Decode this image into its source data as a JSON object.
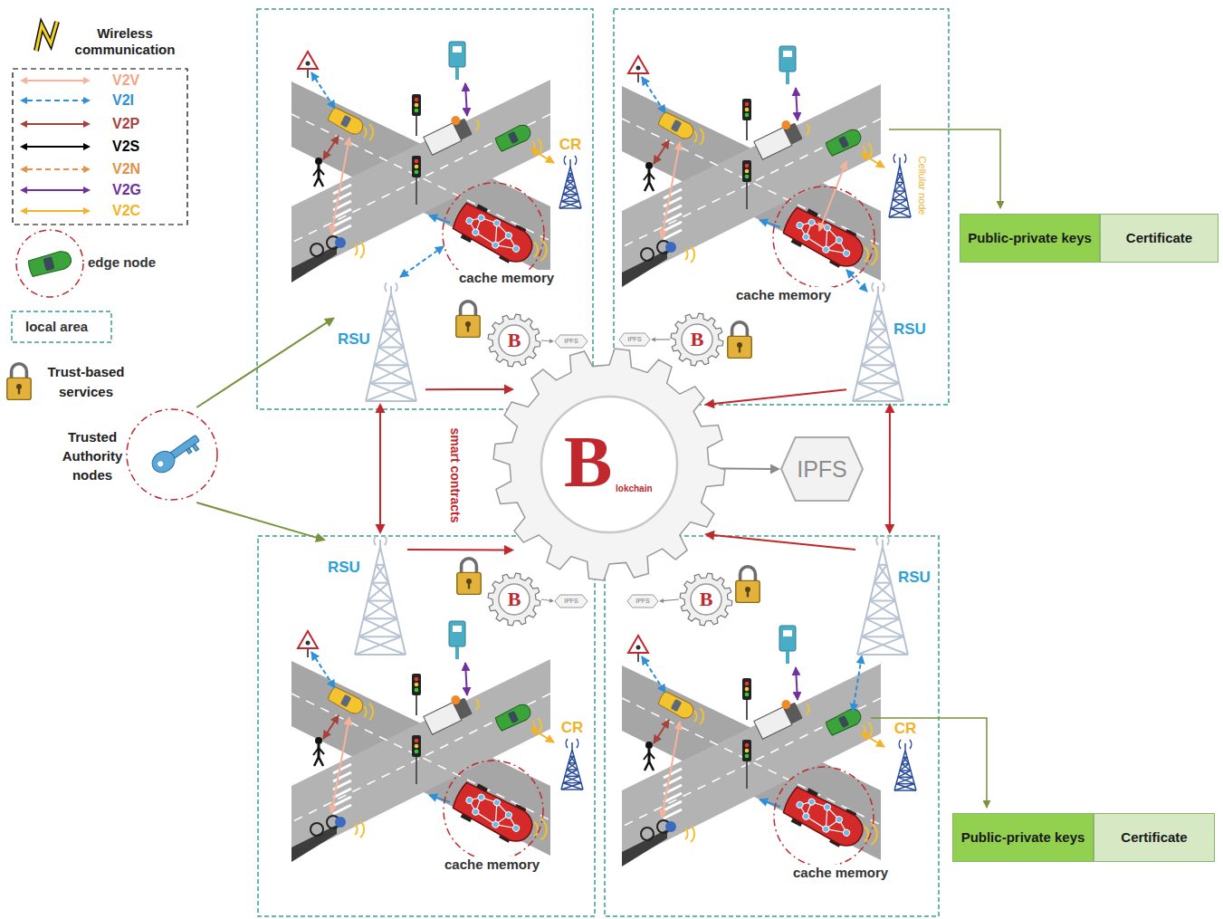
{
  "diagram": {
    "nodes": [
      {
        "text": [
          "Trusted Authority nodes"
        ]
      },
      {
        "text": [
          "RSU"
        ]
      },
      {
        "text": [
          "CR"
        ]
      },
      {
        "text": [
          "cache memory"
        ]
      },
      {
        "text": [
          "Cellular node"
        ]
      },
      {
        "text": [
          "cache memory"
        ]
      },
      {
        "text": [
          "RSU"
        ]
      },
      {
        "text": [
          "Public-private keys"
        ]
      },
      {
        "text": [
          "Certificate"
        ]
      },
      {
        "text": [
          "B"
        ]
      },
      {
        "text": [
          "IPFS"
        ]
      },
      {
        "text": [
          "IPFS"
        ]
      },
      {
        "text": [
          "B"
        ]
      },
      {
        "text": [
          "B",
          "lokchain"
        ]
      },
      {
        "text": [
          "IPFS"
        ]
      },
      {
        "text": [
          "RSU"
        ]
      },
      {
        "text": [
          "B"
        ]
      },
      {
        "text": [
          "IPFS"
        ]
      },
      {
        "text": [
          "IPFS"
        ]
      },
      {
        "text": [
          "B"
        ]
      },
      {
        "text": [
          "RSU"
        ]
      },
      {
        "text": [
          "CR"
        ]
      },
      {
        "text": [
          "cache memory"
        ]
      },
      {
        "text": [
          "CR"
        ]
      },
      {
        "text": [
          "cache memory"
        ]
      },
      {
        "text": [
          "Public-private keys"
        ]
      },
      {
        "text": [
          "Certificate"
        ]
      }
    ],
    "edges": [
      {
        "from": 0,
        "to": 1,
        "arrow": "to"
      },
      {
        "from": 0,
        "to": 15,
        "arrow": "to"
      },
      {
        "from": 1,
        "to": 13,
        "arrow": "to"
      },
      {
        "from": 6,
        "to": 13,
        "arrow": "to"
      },
      {
        "from": 15,
        "to": 13,
        "arrow": "to"
      },
      {
        "from": 20,
        "to": 13,
        "arrow": "to"
      },
      {
        "from": 1,
        "to": 15,
        "arrow": "both"
      },
      {
        "from": 6,
        "to": 20,
        "arrow": "both"
      },
      {
        "from": 13,
        "to": 14,
        "arrow": "to"
      },
      {
        "from": 9,
        "to": 10,
        "arrow": "to"
      },
      {
        "from": 12,
        "to": 11,
        "arrow": "to"
      },
      {
        "from": 16,
        "to": 17,
        "arrow": "to"
      },
      {
        "from": 19,
        "to": 18,
        "arrow": "to"
      }
    ],
    "labels": [
      "smart contracts"
    ],
    "legend": [
      {
        "text": "Wireless communication"
      },
      {
        "text": "V2V"
      },
      {
        "text": "V2I"
      },
      {
        "text": "V2P"
      },
      {
        "text": "V2S"
      },
      {
        "text": "V2N"
      },
      {
        "text": "V2G"
      },
      {
        "text": "V2C"
      },
      {
        "text": "edge node"
      },
      {
        "text": "local area"
      },
      {
        "text": "Trust-based services"
      }
    ]
  }
}
